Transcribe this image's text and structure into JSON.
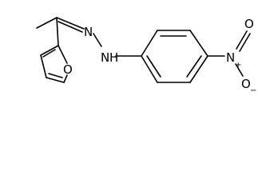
{
  "molecule": {
    "atoms": {
      "furan_oxygen": "O",
      "azo_nitrogen": "N",
      "amine_nitrogen": "N",
      "amine_hydrogen": "H",
      "nitro_nitrogen": "N",
      "nitro_oxygen_top": "O",
      "nitro_oxygen_bottom": "O"
    },
    "charges": {
      "nitro_nitrogen": "+",
      "nitro_oxygen_bottom": "−"
    }
  }
}
